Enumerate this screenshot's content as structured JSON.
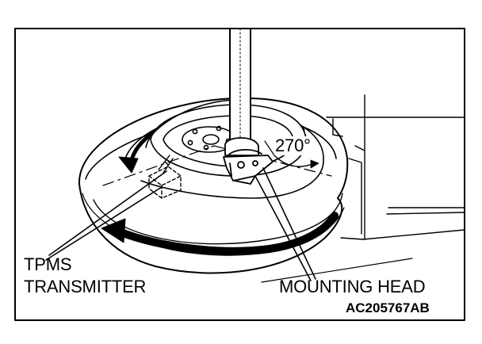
{
  "labels": {
    "tpms_line1": "TPMS",
    "tpms_line2": "TRANSMITTER",
    "mounting_head": "MOUNTING HEAD",
    "angle": "270°",
    "figure_code": "AC205767AB"
  },
  "colors": {
    "ink": "#000000",
    "paper": "#ffffff"
  }
}
